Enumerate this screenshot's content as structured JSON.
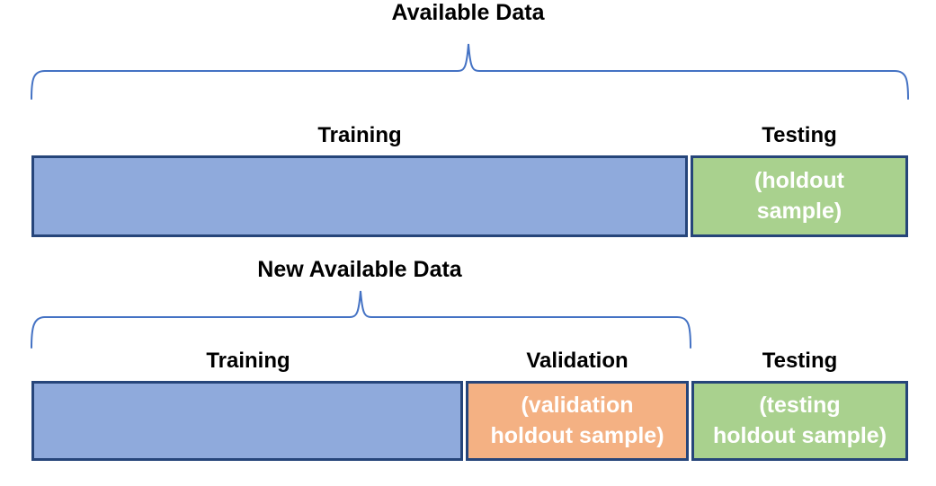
{
  "section1": {
    "title": "Available Data",
    "training_label": "Training",
    "testing_label": "Testing",
    "bars": {
      "testing": {
        "line1": "(holdout",
        "line2": "sample)"
      }
    }
  },
  "section2": {
    "title": "New Available Data",
    "training_label": "Training",
    "validation_label": "Validation",
    "testing_label": "Testing",
    "bars": {
      "validation": {
        "line1": "(validation",
        "line2": "holdout sample)"
      },
      "testing": {
        "line1": "(testing",
        "line2": "holdout sample)"
      }
    }
  },
  "colors": {
    "training_fill": "#8FAADC",
    "validation_fill": "#F4B183",
    "testing_fill": "#A9D18E",
    "bar_border": "#26457A",
    "brace_stroke": "#4472C4",
    "bar_text": "#FFFFFF",
    "label_text": "#000000",
    "background": "#FFFFFF"
  }
}
